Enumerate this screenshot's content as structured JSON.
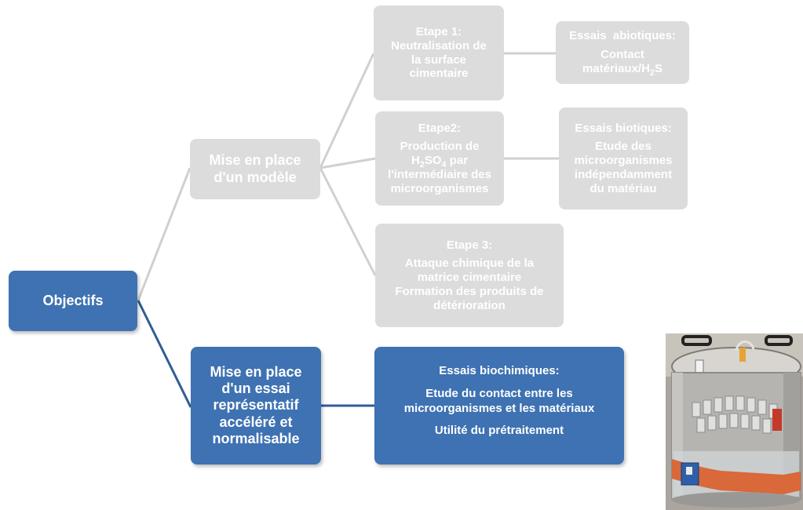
{
  "root": {
    "label": "Objectifs"
  },
  "branch_model": {
    "lines": [
      "Mise en place",
      "d'un modèle"
    ]
  },
  "branch_test": {
    "lines": [
      "Mise en place",
      "d'un essai",
      "représentatif",
      "accéléré et",
      "normalisable"
    ]
  },
  "step1": {
    "title": "Etape 1:",
    "lines": [
      "Neutralisation de",
      "la surface",
      "cimentaire"
    ]
  },
  "step2": {
    "title": "Etape2:",
    "line1": "Production de",
    "line2_a": "H",
    "line2_sub1": "2",
    "line2_b": "SO",
    "line2_sub2": "4",
    "line2_c": " par",
    "line3": "l'intermédiaire des",
    "line4": "microorganismes"
  },
  "step3": {
    "title": "Etape 3:",
    "lines": [
      "Attaque chimique de la",
      "matrice cimentaire",
      "Formation des produits de",
      "détérioration"
    ]
  },
  "abiotic": {
    "title": "Essais  abiotiques:",
    "line1": "Contact",
    "line2_a": "matériaux/H",
    "line2_sub": "2",
    "line2_b": "S"
  },
  "biotic": {
    "title": "Essais biotiques:",
    "lines": [
      "Etude des",
      "microorganismes",
      "indépendamment",
      "du matériau"
    ]
  },
  "biochem": {
    "title": "Essais biochimiques:",
    "lines": [
      "Etude du contact entre les",
      "microorganismes et les matériaux"
    ],
    "last": "Utilité du prétraitement"
  },
  "colors": {
    "blue": "#3e72b2",
    "grey": "#dcdcdc",
    "blue_line": "#2f5d94",
    "grey_line": "#d0d0d0"
  }
}
